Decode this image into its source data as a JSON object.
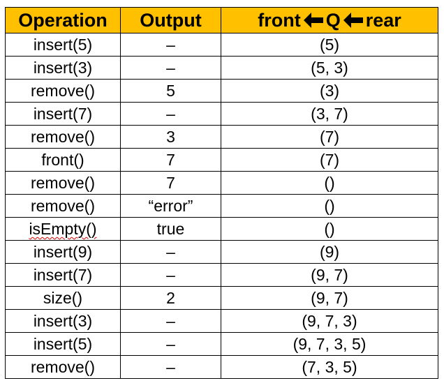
{
  "headers": {
    "operation": "Operation",
    "output": "Output",
    "queue_front": "front",
    "queue_mid": "Q",
    "queue_rear": "rear"
  },
  "rows": [
    {
      "operation": "insert(5)",
      "output": "–",
      "queue": "(5)"
    },
    {
      "operation": "insert(3)",
      "output": "–",
      "queue": "(5, 3)"
    },
    {
      "operation": "remove()",
      "output": "5",
      "queue": "(3)"
    },
    {
      "operation": "insert(7)",
      "output": "–",
      "queue": "(3, 7)"
    },
    {
      "operation": "remove()",
      "output": "3",
      "queue": "(7)"
    },
    {
      "operation": "front()",
      "output": "7",
      "queue": "(7)"
    },
    {
      "operation": "remove()",
      "output": "7",
      "queue": "()"
    },
    {
      "operation": "remove()",
      "output": "“error”",
      "queue": "()"
    },
    {
      "operation": "isEmpty()",
      "output": "true",
      "queue": "()",
      "spellcheck": true
    },
    {
      "operation": "insert(9)",
      "output": "–",
      "queue": "(9)"
    },
    {
      "operation": "insert(7)",
      "output": "–",
      "queue": "(9, 7)"
    },
    {
      "operation": "size()",
      "output": "2",
      "queue": "(9, 7)"
    },
    {
      "operation": "insert(3)",
      "output": "–",
      "queue": "(9, 7, 3)"
    },
    {
      "operation": "insert(5)",
      "output": "–",
      "queue": "(9, 7, 3, 5)"
    },
    {
      "operation": "remove()",
      "output": "–",
      "queue": "(7, 3, 5)"
    }
  ],
  "colors": {
    "header_bg": "#ffc000",
    "border": "#000000",
    "spellcheck_underline": "#e00000"
  },
  "icons": {
    "arrow": "left-arrow-icon"
  }
}
